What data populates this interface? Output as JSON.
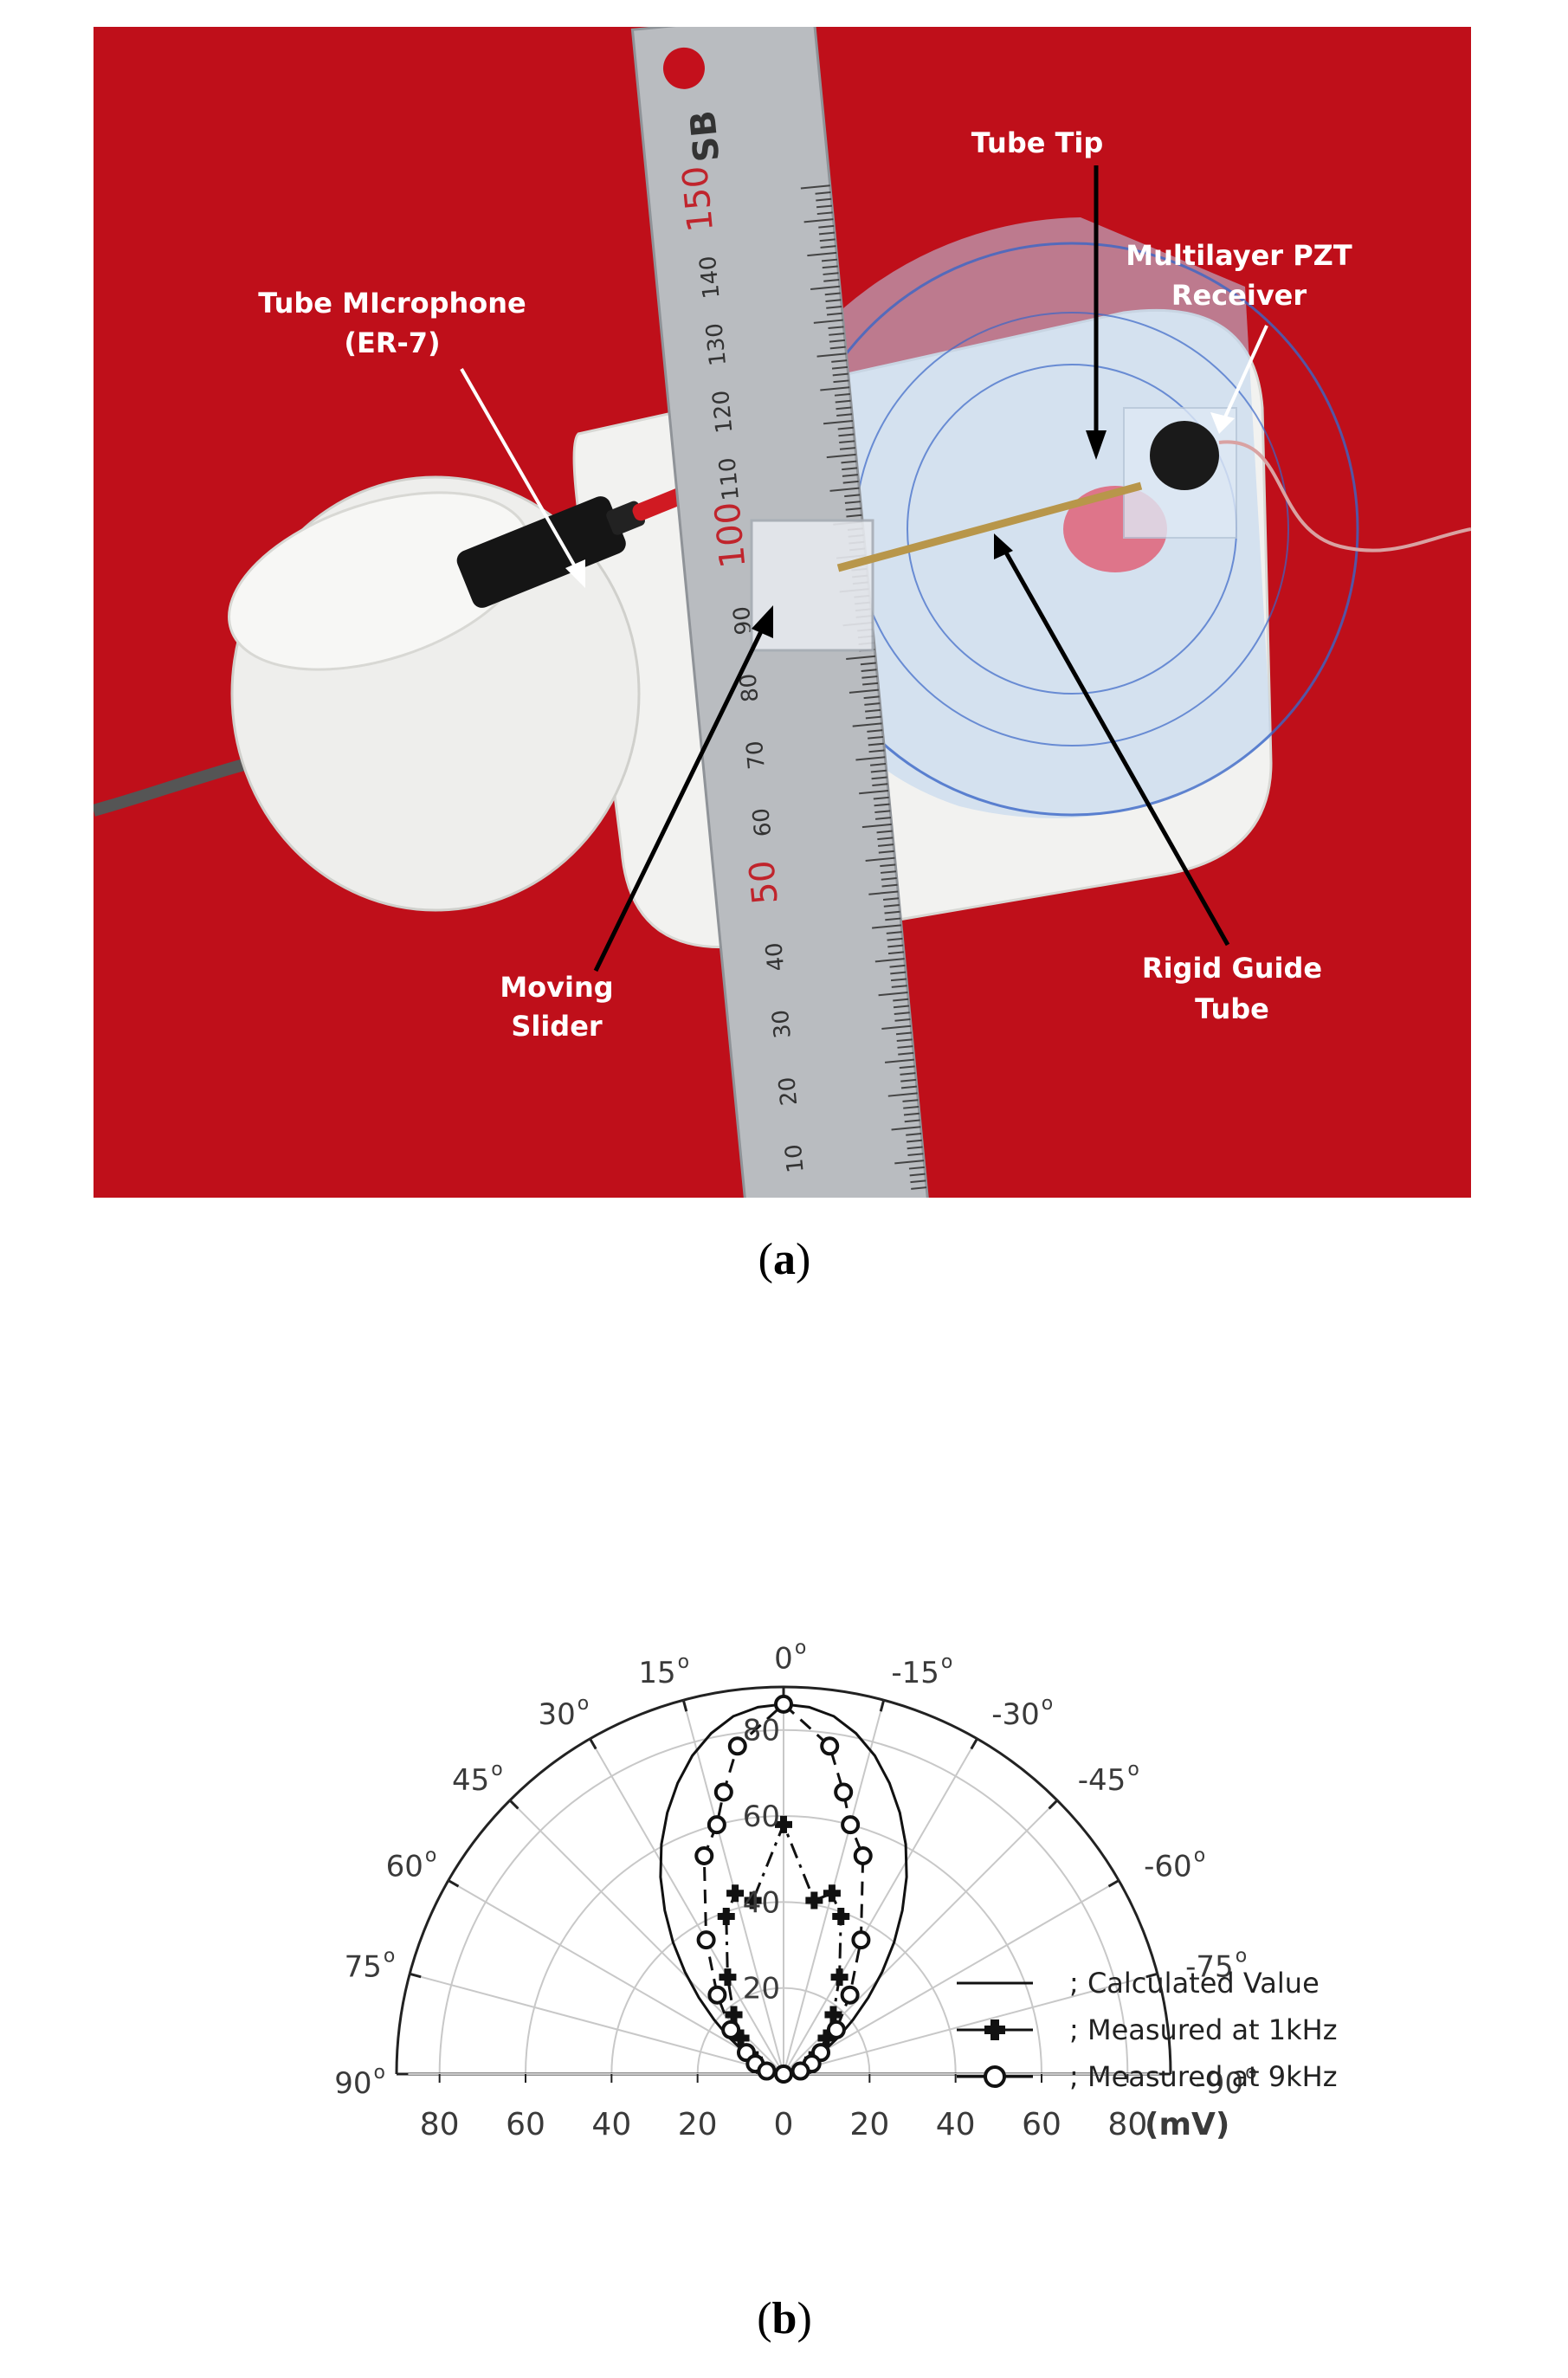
{
  "figure_a": {
    "caption_letter": "a",
    "labels": {
      "tube_tip": "Tube Tip",
      "receiver_line1": "Multilayer PZT",
      "receiver_line2": "Receiver",
      "microphone_line1": "Tube MIcrophone",
      "microphone_line2": "(ER-7)",
      "slider_line1": "Moving",
      "slider_line2": "Slider",
      "guide_line1": "Rigid Guide",
      "guide_line2": "Tube"
    },
    "ruler_marks": [
      "150",
      "140",
      "130",
      "120",
      "110",
      "100",
      "90",
      "80",
      "70",
      "60",
      "50",
      "40",
      "30",
      "20",
      "10"
    ],
    "ruler_brand": "SB",
    "colors": {
      "background": "#c4101c",
      "device": "#f2f2f0",
      "ruler": "#b9bcc0"
    }
  },
  "figure_b": {
    "caption_letter": "b",
    "unit": "(mV)"
  },
  "chart_data": {
    "type": "polar-half",
    "angle_labels": [
      "90",
      "75",
      "60",
      "45",
      "30",
      "15",
      "0",
      "-15",
      "-30",
      "-45",
      "-60",
      "-75",
      "-90"
    ],
    "angles": [
      90,
      75,
      60,
      45,
      30,
      15,
      0,
      -15,
      -30,
      -45,
      -60,
      -75,
      -90
    ],
    "ring_labels": [
      "20",
      "40",
      "60",
      "80"
    ],
    "x_ticks": [
      "80",
      "60",
      "40",
      "20",
      "0",
      "20",
      "40",
      "60",
      "80"
    ],
    "rmax": 90,
    "unit": "(mV)",
    "legend": [
      {
        "symbol": "line",
        "label": "; Calculated Value"
      },
      {
        "symbol": "filled-cross",
        "label": "; Measured at 1kHz"
      },
      {
        "symbol": "open-circle",
        "label": "; Measured at 9kHz"
      }
    ],
    "series": [
      {
        "name": "; Calculated Value",
        "style": "solid",
        "angles": [
          0,
          4,
          8,
          12,
          16,
          20,
          24,
          28,
          32,
          36,
          40,
          44,
          48,
          52,
          56,
          60,
          64,
          68,
          72,
          76,
          80,
          84,
          88,
          90
        ],
        "values": [
          86,
          85.5,
          84,
          81,
          77,
          72,
          66.5,
          60.5,
          54,
          47,
          40,
          33,
          26.5,
          20.5,
          15.5,
          11,
          7.8,
          5.3,
          3.5,
          2.2,
          1.3,
          0.7,
          0.3,
          0
        ]
      },
      {
        "name": "; Measured at 1kHz",
        "style": "dash-dot",
        "marker": "filled-cross",
        "angles": [
          0,
          10,
          15,
          20,
          30,
          40,
          50,
          60,
          70,
          80,
          90
        ],
        "values": [
          58,
          41,
          43.5,
          39,
          26,
          18,
          13,
          9,
          6,
          4,
          0
        ]
      },
      {
        "name": "; Measured at 9kHz",
        "style": "dashed",
        "marker": "open-circle",
        "angles": [
          0,
          8,
          12,
          15,
          20,
          30,
          40,
          50,
          60,
          70,
          80,
          90
        ],
        "values": [
          86,
          77,
          67,
          60,
          54,
          36,
          24,
          16,
          10,
          7,
          4,
          0
        ]
      }
    ]
  }
}
